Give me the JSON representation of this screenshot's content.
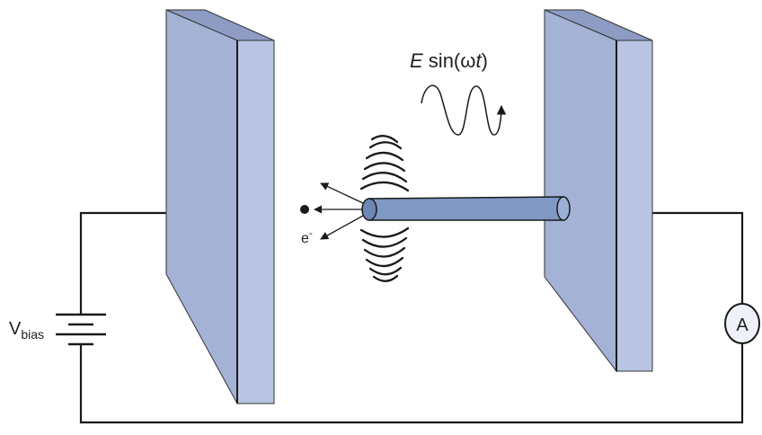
{
  "labels": {
    "field_symbol": "E",
    "field_func": " sin(ω",
    "field_var": "t",
    "field_close": ")",
    "electron_base": "e",
    "electron_sup": "-",
    "bias_main": "V",
    "bias_sub": "bias",
    "ammeter": "A"
  },
  "colors": {
    "plate_front": "#a4b2d6",
    "plate_side": "#b8c4e2",
    "plate_top": "#8e9cc4",
    "rod": "#7f98c4",
    "rod_end": "#9cb0d6",
    "wire": "#1a1a1a"
  }
}
